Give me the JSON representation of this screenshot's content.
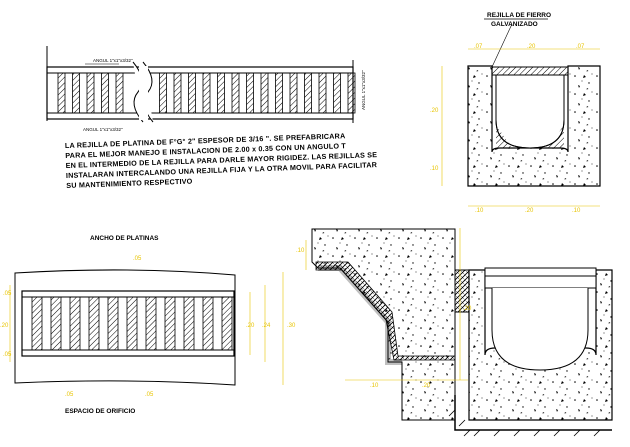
{
  "note": {
    "lines": [
      "LA REJILLA DE PLATINA DE F°G° 2\" ESPESOR DE 3/16 \". SE PREFABRICARA",
      "PARA EL MEJOR MANEJO E INSTALACION DE 2.00 x 0.35 CON UN ANGULO T",
      "EN EL INTERMEDIO DE LA REJILLA PARA DARLE MAYOR RIGIDEZ. LAS REJILLAS SE",
      "INSTALARAN INTERCALANDO UNA REJILLA FIJA Y LA OTRA MOVIL PARA FACILITAR",
      "SU MANTENIMIENTO RESPECTIVO"
    ]
  },
  "plan_detail": {
    "angle_label_top": "ANGUL 1\"x1\"x3/32\"",
    "angle_label_bottom": "ANGUL 1\"x1\"x3/32\"",
    "angle_label_right": "ANGUL 1\"x1\"x3/32\""
  },
  "section_top_right": {
    "title_line1": "REJILLA DE FIERRO",
    "title_line2": "GALVANIZADO",
    "dim_top_left": ".07",
    "dim_top_mid": ".20",
    "dim_top_right": ".07",
    "dim_left_upper": ".20",
    "dim_left_lower": ".10",
    "dim_bottom_left": ".10",
    "dim_bottom_mid": ".20",
    "dim_bottom_right": ".10"
  },
  "grate_detail": {
    "title": "ANCHO DE PLATINAS",
    "subtitle": "ESPACIO DE ORIFICIO",
    "dim_top": ".05",
    "dim_bottom_a": ".05",
    "dim_bottom_b": ".05",
    "dim_left_a": ".05",
    "dim_left_b": ".05",
    "dim_left_mid": ".20",
    "dim_right_a": ".20",
    "dim_right_b": ".24",
    "dim_right_c": ".30"
  },
  "road_section": {
    "dim_left": ".10",
    "dim_vert": ".20",
    "dim_bottom_a": ".10",
    "dim_bottom_b": ".20"
  }
}
